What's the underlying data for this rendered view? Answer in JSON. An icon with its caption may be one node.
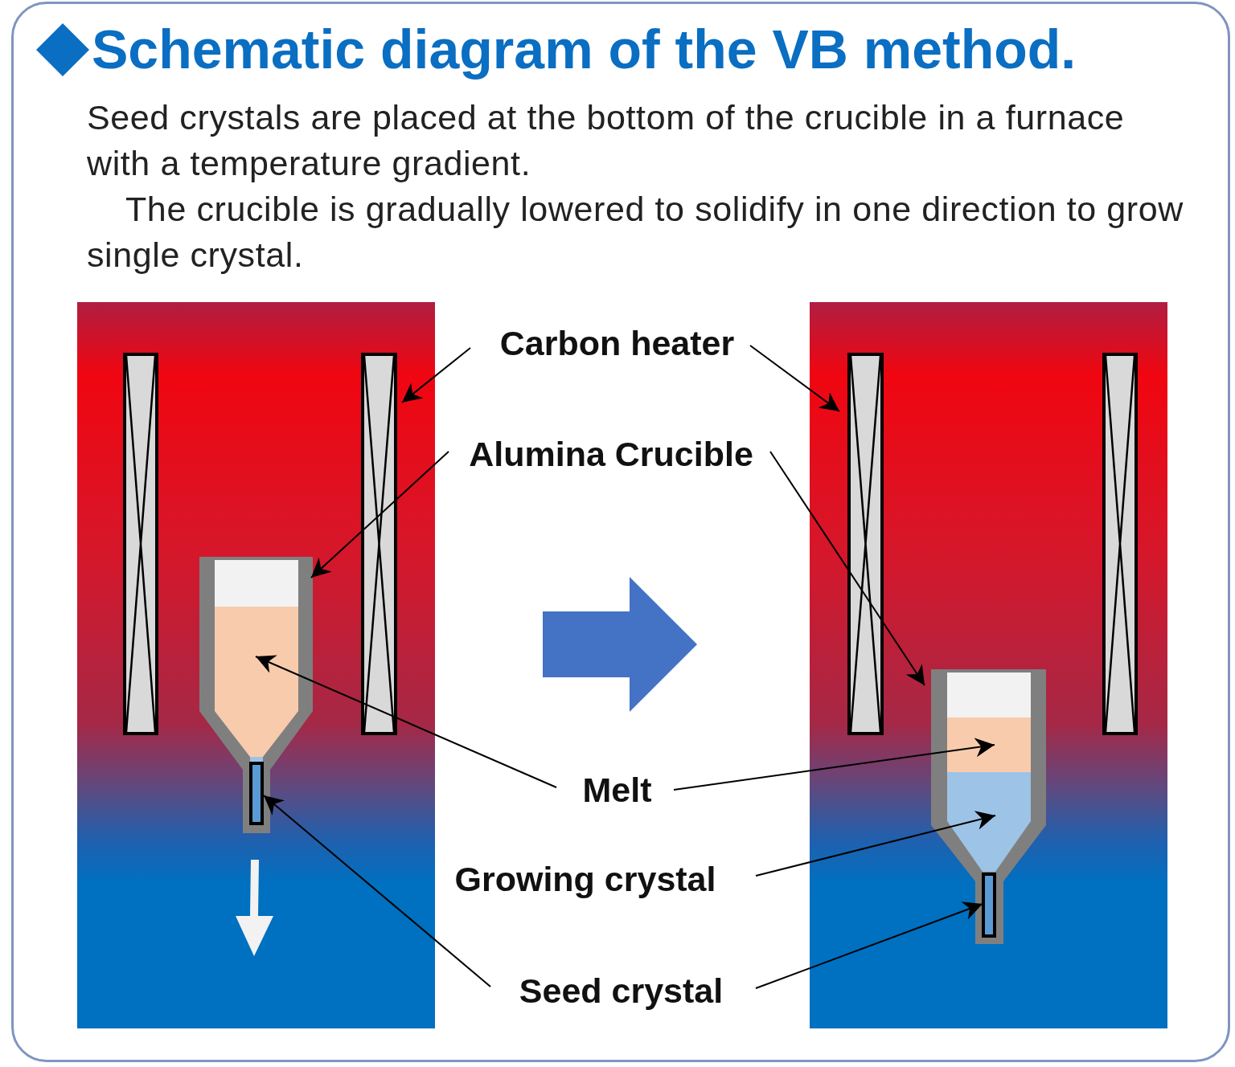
{
  "diagram": {
    "title": "Schematic diagram of the VB method.",
    "caption": "Seed crystals are placed at the bottom of the crucible in a furnace with a temperature gradient.",
    "labels": [
      "The crucible is gradually lowered to solidify in one direction to grow single crystal."
    ],
    "nodes": [
      {
        "text": [],
        "shape": "box"
      },
      {
        "text": [],
        "shape": "bar",
        "in": 0
      },
      {
        "text": [],
        "shape": "bar",
        "in": 0
      },
      {
        "text": [],
        "shape": "crucible",
        "in": 0
      },
      {
        "text": [],
        "shape": "area",
        "in": 3
      },
      {
        "text": [],
        "shape": "bar",
        "in": 3
      },
      {
        "text": [
          "Carbon heater"
        ]
      },
      {
        "text": [
          "Alumina Crucible"
        ]
      },
      {
        "text": [
          "Melt"
        ]
      },
      {
        "text": [
          "Growing crystal"
        ]
      },
      {
        "text": [
          "Seed crystal"
        ]
      },
      {
        "text": [],
        "shape": "box"
      },
      {
        "text": [],
        "shape": "bar",
        "in": 11
      },
      {
        "text": [],
        "shape": "bar",
        "in": 11
      },
      {
        "text": [],
        "shape": "crucible",
        "in": 11
      },
      {
        "text": [],
        "shape": "area",
        "in": 14
      },
      {
        "text": [],
        "shape": "area",
        "in": 14
      },
      {
        "text": [],
        "shape": "bar",
        "in": 14
      }
    ],
    "edges": [
      {
        "from": 0,
        "to": 11,
        "arrow": "to",
        "style": "thick",
        "color": "#4472c4"
      },
      {
        "from": 6,
        "to": 2,
        "arrow": "to"
      },
      {
        "from": 6,
        "to": 12,
        "arrow": "to"
      },
      {
        "from": 7,
        "to": 3,
        "arrow": "to"
      },
      {
        "from": 7,
        "to": 14,
        "arrow": "to"
      },
      {
        "from": 8,
        "to": 4,
        "arrow": "to"
      },
      {
        "from": 8,
        "to": 15,
        "arrow": "to"
      },
      {
        "from": 9,
        "to": 16,
        "arrow": "to"
      },
      {
        "from": 10,
        "to": 5,
        "arrow": "to"
      },
      {
        "from": 10,
        "to": 17,
        "arrow": "to"
      }
    ]
  }
}
